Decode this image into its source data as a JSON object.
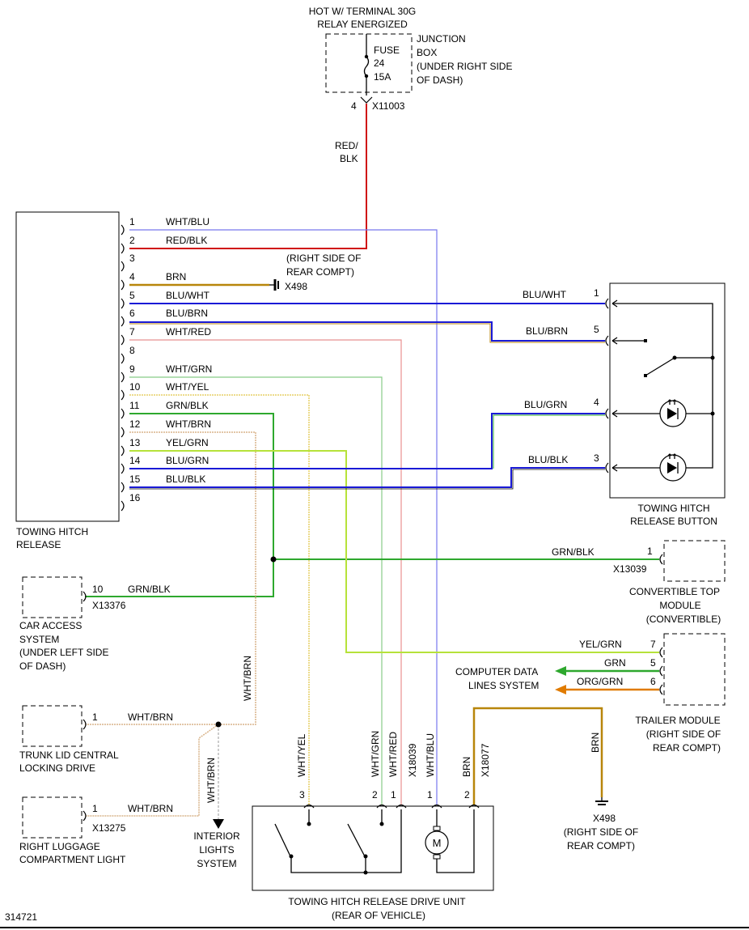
{
  "fuse_source": {
    "line1": "HOT W/ TERMINAL 30G",
    "line2": "RELAY ENERGIZED"
  },
  "junction_box": {
    "line1": "JUNCTION",
    "line2": "BOX",
    "line3": "(UNDER RIGHT SIDE",
    "line4": "OF DASH)"
  },
  "fuse": {
    "label": "FUSE",
    "number": "24",
    "rating": "15A"
  },
  "fuse_connector": {
    "pin": "4",
    "id": "X11003"
  },
  "fuse_wire": {
    "line1": "RED/",
    "line2": "BLK"
  },
  "towing_hitch_release": {
    "label_line1": "TOWING HITCH",
    "label_line2": "RELEASE",
    "pins": [
      {
        "num": "1",
        "wire": "WHT/BLU"
      },
      {
        "num": "2",
        "wire": "RED/BLK"
      },
      {
        "num": "3",
        "wire": ""
      },
      {
        "num": "4",
        "wire": "BRN"
      },
      {
        "num": "5",
        "wire": "BLU/WHT"
      },
      {
        "num": "6",
        "wire": "BLU/BRN"
      },
      {
        "num": "7",
        "wire": "WHT/RED"
      },
      {
        "num": "8",
        "wire": ""
      },
      {
        "num": "9",
        "wire": "WHT/GRN"
      },
      {
        "num": "10",
        "wire": "WHT/YEL"
      },
      {
        "num": "11",
        "wire": "GRN/BLK"
      },
      {
        "num": "12",
        "wire": "WHT/BRN"
      },
      {
        "num": "13",
        "wire": "YEL/GRN"
      },
      {
        "num": "14",
        "wire": "BLU/GRN"
      },
      {
        "num": "15",
        "wire": "BLU/BLK"
      },
      {
        "num": "16",
        "wire": ""
      }
    ]
  },
  "ground_top": {
    "id": "X498",
    "note1": "(RIGHT SIDE OF",
    "note2": "REAR COMPT)"
  },
  "release_button": {
    "label_line1": "TOWING HITCH",
    "label_line2": "RELEASE BUTTON",
    "pins": [
      {
        "num": "1",
        "wire": "BLU/WHT"
      },
      {
        "num": "5",
        "wire": "BLU/BRN"
      },
      {
        "num": "4",
        "wire": "BLU/GRN"
      },
      {
        "num": "3",
        "wire": "BLU/BLK"
      }
    ]
  },
  "convertible_top": {
    "pin": "1",
    "wire": "GRN/BLK",
    "connector": "X13039",
    "line1": "CONVERTIBLE TOP",
    "line2": "MODULE",
    "line3": "(CONVERTIBLE)"
  },
  "car_access": {
    "pin": "10",
    "wire": "GRN/BLK",
    "connector": "X13376",
    "line1": "CAR ACCESS",
    "line2": "SYSTEM",
    "line3": "(UNDER LEFT SIDE",
    "line4": "OF DASH)"
  },
  "trailer_module": {
    "pins": [
      {
        "num": "7",
        "wire": "YEL/GRN"
      },
      {
        "num": "5",
        "wire": "GRN"
      },
      {
        "num": "6",
        "wire": "ORG/GRN"
      }
    ],
    "cdl_line1": "COMPUTER DATA",
    "cdl_line2": "LINES SYSTEM",
    "line1": "TRAILER MODULE",
    "line2": "(RIGHT SIDE OF",
    "line3": "REAR COMPT)"
  },
  "trunk_lid": {
    "pin": "1",
    "wire": "WHT/BRN",
    "line1": "TRUNK LID CENTRAL",
    "line2": "LOCKING DRIVE"
  },
  "luggage_light": {
    "pin": "1",
    "wire": "WHT/BRN",
    "connector": "X13275",
    "line1": "RIGHT LUGGAGE",
    "line2": "COMPARTMENT LIGHT"
  },
  "vertical_wires": {
    "wht_brn_upper": "WHT/BRN",
    "wht_brn_lower": "WHT/BRN",
    "wht_yel": "WHT/YEL",
    "wht_grn": "WHT/GRN",
    "wht_red": "WHT/RED",
    "wht_blu": "WHT/BLU",
    "brn_left": "BRN",
    "brn_right": "BRN"
  },
  "interior_lights": {
    "line1": "INTERIOR",
    "line2": "LIGHTS",
    "line3": "SYSTEM"
  },
  "drive_unit": {
    "pins": [
      "3",
      "2",
      "1",
      "1",
      "2"
    ],
    "connector1": "X18039",
    "connector2": "X18077",
    "motor": "M",
    "line1": "TOWING HITCH RELEASE DRIVE UNIT",
    "line2": "(REAR OF VEHICLE)"
  },
  "ground_bottom": {
    "id": "X498",
    "note1": "(RIGHT SIDE OF",
    "note2": "REAR COMPT)"
  },
  "figure_id": "314721",
  "colors": {
    "red": "#d01010",
    "brn": "#b8860b",
    "blu": "#1a1ad6",
    "grn": "#2ea82e",
    "yel_grn": "#b6e23a",
    "wht": "#cccccc",
    "org": "#e07b00"
  }
}
